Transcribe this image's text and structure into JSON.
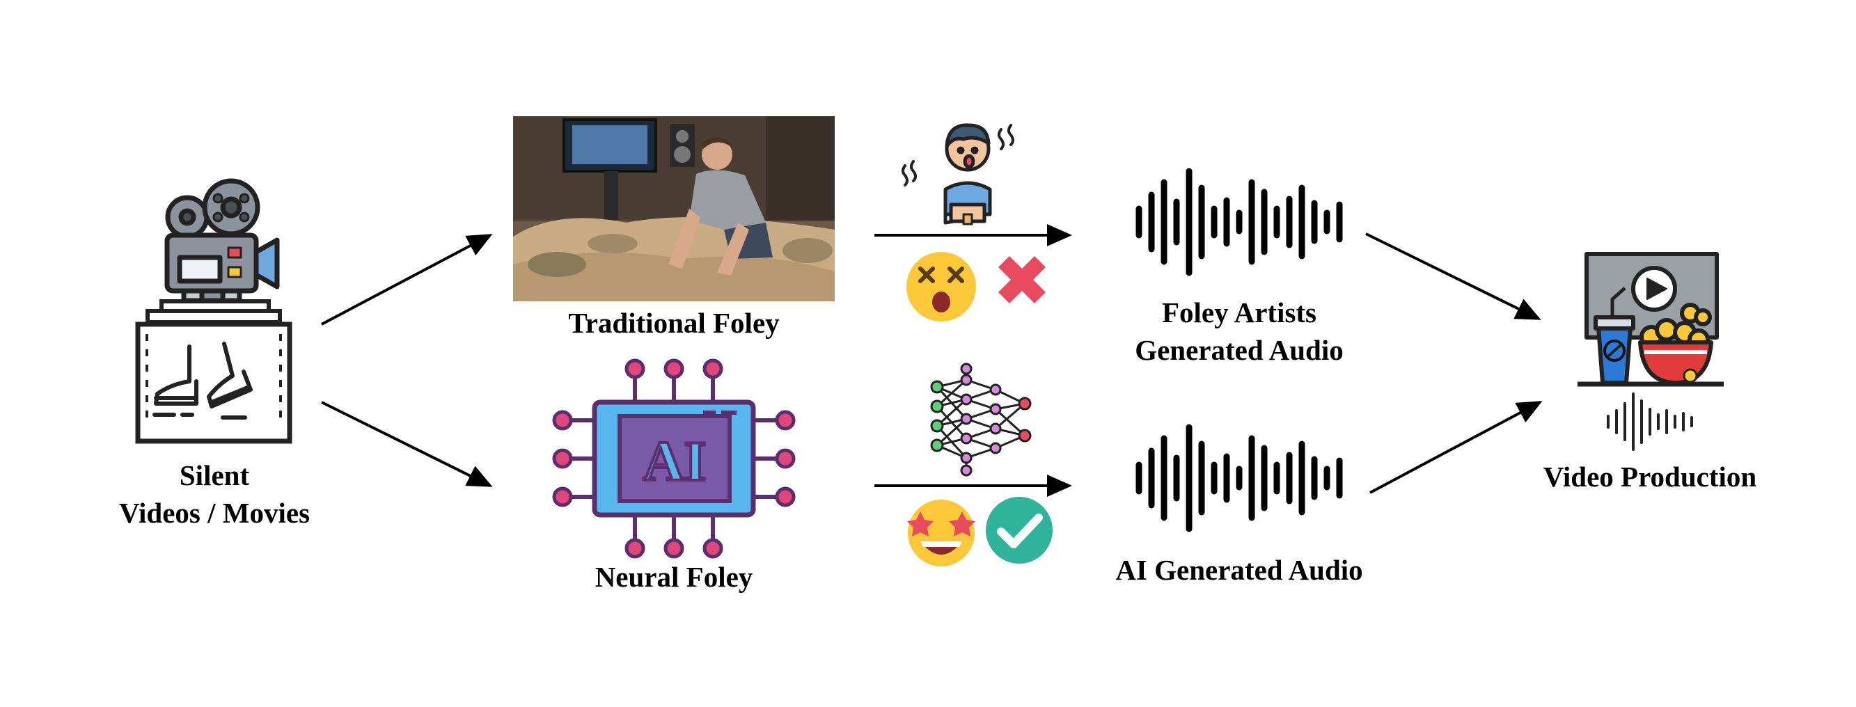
{
  "labels": {
    "silent_line1": "Silent",
    "silent_line2": "Videos / Movies",
    "traditional": "Traditional Foley",
    "neural": "Neural Foley",
    "foley_artists_line1": "Foley Artists",
    "foley_artists_line2": "Generated Audio",
    "ai_audio": "AI Generated Audio",
    "video_production": "Video Production"
  },
  "chip_text": "AI",
  "icons": {
    "camera": "film-camera-icon",
    "footsteps": "footsteps-screen-icon",
    "photo": "foley-studio-photo",
    "chip": "ai-chip-icon",
    "tired_person": "tired-person-icon",
    "dizzy_face": "dizzy-face-icon",
    "cross": "red-cross-icon",
    "network": "neural-network-icon",
    "star_face": "star-struck-face-icon",
    "check": "green-check-icon",
    "waveform": "audio-waveform-icon",
    "cinema": "cinema-screen-icon"
  },
  "colors": {
    "cross": "#e84a5f",
    "check": "#2fb39a",
    "chip_body": "#59b7f0",
    "chip_pins": "#5b2f6e",
    "chip_pads": "#e0457b",
    "emoji_yellow": "#fbc83a",
    "screen_gray": "#9aa0a6",
    "cup_blue": "#2b7bd6",
    "bowl_red": "#e23b3b"
  }
}
